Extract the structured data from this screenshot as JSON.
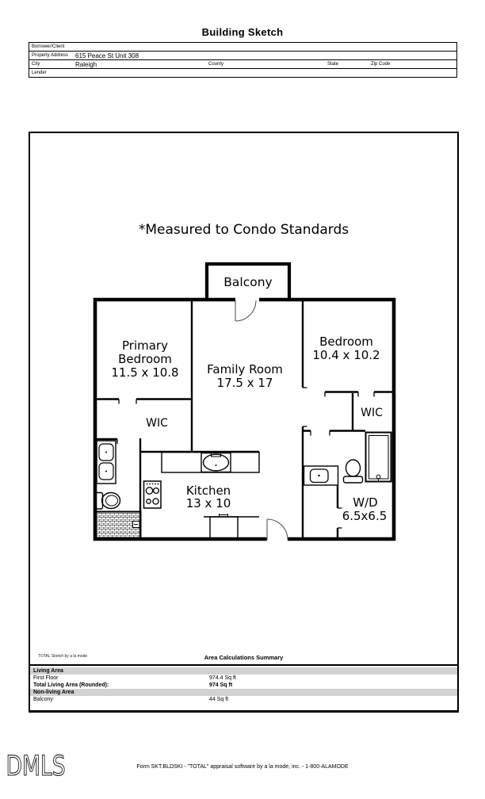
{
  "header": {
    "title": "Building Sketch"
  },
  "form": {
    "borrower_label": "Borrower/Client",
    "property_address_label": "Property Address",
    "property_address_value": "615 Peace St Unit 308",
    "city_label": "City",
    "city_value": "Raleigh",
    "county_label": "County",
    "state_label": "State",
    "zip_label": "Zip Code",
    "lender_label": "Lender"
  },
  "sketch": {
    "note": "*Measured to Condo Standards",
    "rooms": {
      "balcony": "Balcony",
      "primary_bedroom": [
        "Primary",
        "Bedroom",
        "11.5 x 10.8"
      ],
      "family_room": [
        "Family Room",
        "17.5 x 17"
      ],
      "bedroom": [
        "Bedroom",
        "10.4 x 10.2"
      ],
      "wic_left": "WIC",
      "wic_right": "WIC",
      "kitchen": [
        "Kitchen",
        "13 x 10"
      ],
      "wd": [
        "W/D",
        "6.5x6.5"
      ]
    }
  },
  "summary": {
    "branding": "TOTAL Sketch by a la mode",
    "title": "Area Calculations Summary",
    "rows": [
      {
        "label": "Living Area",
        "value": "",
        "type": "header"
      },
      {
        "label": "First Floor",
        "value": "974.4 Sq ft",
        "type": "normal"
      },
      {
        "label": "Total Living Area (Rounded):",
        "value": "974 Sq ft",
        "type": "bold"
      },
      {
        "label": "Non-living Area",
        "value": "",
        "type": "header"
      },
      {
        "label": "Balcony",
        "value": "44 Sq ft",
        "type": "normal"
      }
    ],
    "band_color": "#d2d2d2"
  },
  "footer": {
    "logo": "DMLS",
    "form_text": "Form SKT.BLDSKI - \"TOTAL\" appraisal software by a la mode, inc. - 1-800-ALAMODE"
  }
}
